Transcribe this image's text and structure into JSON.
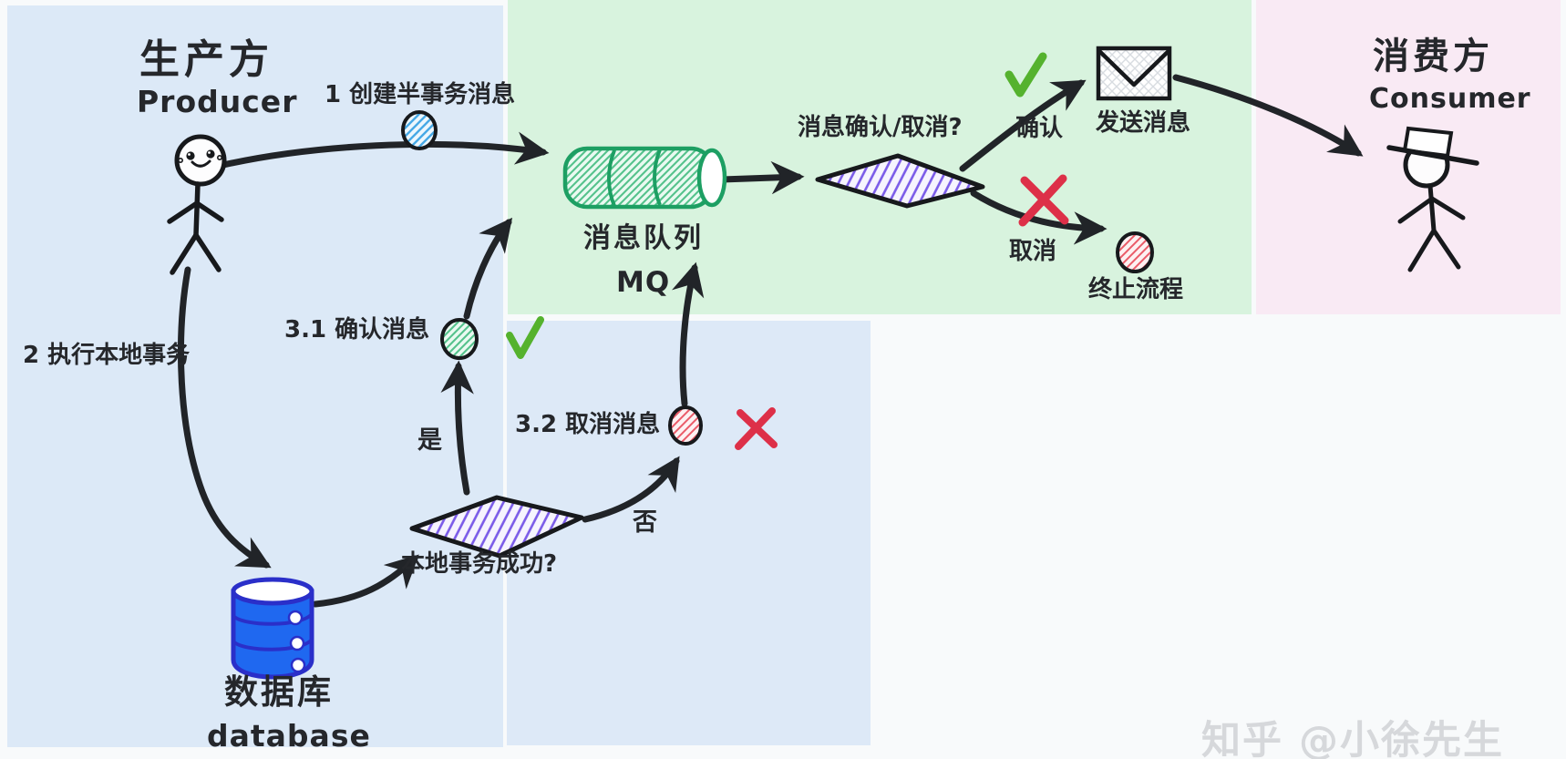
{
  "diagram_title": "事务消息流程 (transactional message flow)",
  "labels": {
    "producer_zh": "生产方",
    "producer_en": "Producer",
    "step1": "1 创建半事务消息",
    "mq_zh": "消息队列",
    "mq_en": "MQ",
    "decision_mq": "消息确认/取消?",
    "confirm": "确认",
    "send": "发送消息",
    "cancel": "取消",
    "terminate": "终止流程",
    "consumer_zh": "消费方",
    "consumer_en": "Consumer",
    "step2": "2 执行本地事务",
    "step31": "3.1 确认消息",
    "step32": "3.2 取消消息",
    "yes": "是",
    "no": "否",
    "decision_local": "本地事务成功?",
    "db_zh": "数据库",
    "db_en": "database",
    "watermark": "知乎 @小徐先生"
  },
  "icons": {
    "producer_figure": "smiley-stick-figure",
    "consumer_figure": "hat-stick-figure",
    "message_queue": "green-hatched-cylinder",
    "database": "blue-cylinder",
    "decision": "purple-hatched-diamond",
    "half_message": "blue-hatched-circle",
    "confirm_message": "green-hatched-circle",
    "cancel_message": "red-hatched-circle",
    "terminate_message": "red-hatched-circle",
    "send_message": "envelope",
    "ok_mark": "green-checkmark",
    "fail_mark": "red-x"
  },
  "colors": {
    "panel_producer_bg": "#dce9f7",
    "panel_mq_bg": "#d8f3de",
    "panel_consumer_bg": "#f9eaf4",
    "panel_local_bg": "#dde9f7",
    "page_bg": "#f8fafb",
    "ink": "#212428",
    "text": "#25272b",
    "check_green": "#55b22e",
    "x_red": "#dd3048",
    "hatch_blue": "#47a9e6",
    "hatch_green": "#55c28c",
    "hatch_red": "#ea5b68",
    "hatch_purple": "#7b5ce8",
    "cylinder_green_stroke": "#1d9f63",
    "database_fill": "#1f68f0",
    "database_stroke": "#2a2fc9",
    "watermark_gray": "#d6d8db"
  }
}
